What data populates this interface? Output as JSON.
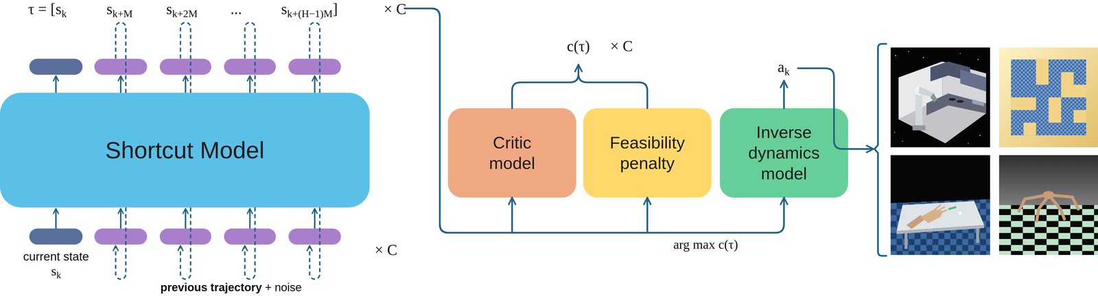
{
  "diagram": {
    "nodes": [
      {
        "text": [
          "Shortcut Model"
        ]
      },
      {
        "text": [
          "Critic model"
        ]
      },
      {
        "text": [
          "Feasibility penalty"
        ]
      },
      {
        "text": [
          "Inverse dynamics model"
        ]
      }
    ],
    "edges": [
      {
        "from": 0,
        "to": 1,
        "arrow": "to"
      },
      {
        "from": 0,
        "to": 2,
        "arrow": "to"
      },
      {
        "from": 0,
        "to": 3,
        "label": "arg max c(τ)",
        "arrow": "to"
      }
    ],
    "labels": [
      "τ = [s",
      "k",
      "s",
      "k+M",
      "s",
      "k+2M",
      "...",
      "s",
      "k+(H−1)M",
      "]",
      "× C",
      "× C",
      "current state",
      "s",
      "k",
      "previous trajectory",
      "+ noise",
      "c(τ)",
      "× C",
      "a",
      "k"
    ]
  }
}
